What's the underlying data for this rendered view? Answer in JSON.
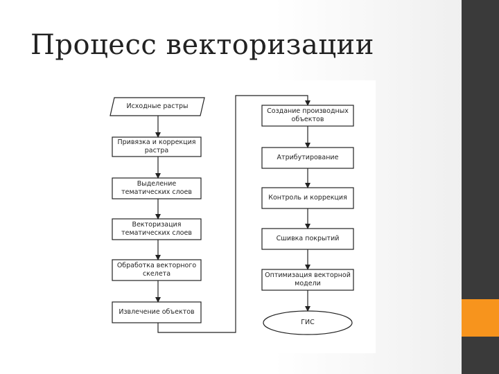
{
  "slide": {
    "title": "Процесс векторизации"
  },
  "diagram": {
    "left_column": [
      "Исходные растры",
      "Привязка и коррекция растра",
      "Выделение тематических слоев",
      "Векторизация тематических слоев",
      "Обработка векторного скелета",
      "Извлечение объектов"
    ],
    "right_column": [
      "Создание производных объектов",
      "Атрибутирование",
      "Контроль и коррекция",
      "Сшивка покрытий",
      "Оптимизация векторной модели",
      "ГИС"
    ]
  },
  "colors": {
    "sidebar": "#3a3a3a",
    "accent": "#f7941d",
    "lines": "#222222"
  }
}
